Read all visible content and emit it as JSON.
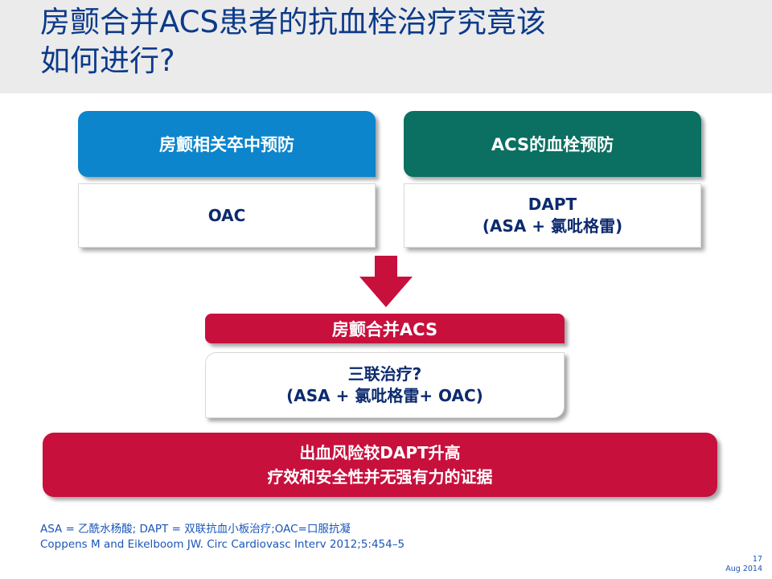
{
  "slide": {
    "title_line1": "房颤合并ACS患者的抗血栓治疗究竟该",
    "title_line2": "如何进行?"
  },
  "left_column": {
    "header": "房颤相关卒中预防",
    "content": "OAC"
  },
  "right_column": {
    "header": "ACS的血栓预防",
    "content_line1": "DAPT",
    "content_line2": "(ASA + 氯吡格雷)"
  },
  "merge": {
    "header": "房颤合并ACS",
    "content_line1": "三联治疗?",
    "content_line2": "(ASA + 氯吡格雷+ OAC)"
  },
  "conclusion": {
    "line1": "出血风险较DAPT升高",
    "line2": "疗效和安全性并无强有力的证据"
  },
  "footnotes": {
    "abbrev": "ASA = 乙酰水杨酸; DAPT = 双联抗血小板治疗;OAC=口服抗凝",
    "reference": "Coppens M and Eikelboom JW. Circ Cardiovasc Interv 2012;5:454–5"
  },
  "page": {
    "number": "17",
    "date": "Aug 2014"
  },
  "colors": {
    "title_blue": "#0c3a8a",
    "header_blue": "#0c85cc",
    "header_green": "#0b6f62",
    "accent_red": "#c8103d"
  }
}
